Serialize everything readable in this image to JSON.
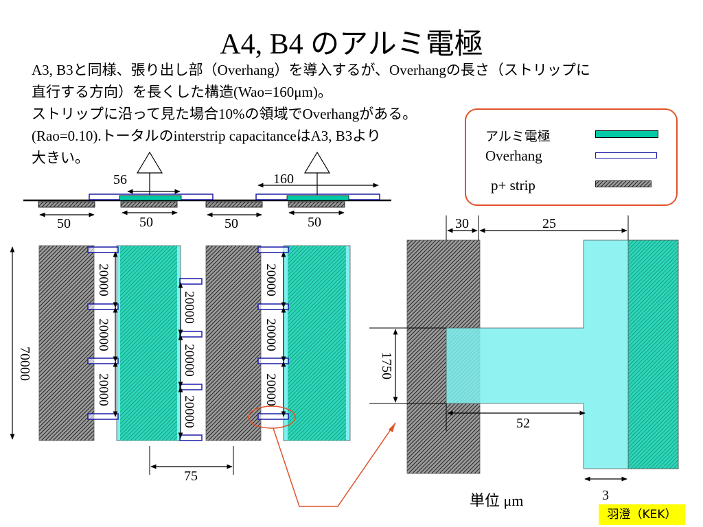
{
  "title": "A4, B4 のアルミ電極",
  "description_lines": [
    "A3, B3と同様、張り出し部（Overhang）を導入するが、Overhangの長さ（ストリップに",
    "直行する方向）を長くした構造(Wao=160μm)。",
    "ストリップに沿って見た場合10%の領域でOverhangがある。",
    "(Rao=0.10).トータルのinterstrip capacitanceはA3, B3より",
    "大きい。"
  ],
  "legend": {
    "aluminum_label": "アルミ電極",
    "overhang_label": "Overhang",
    "pstrip_label": "p+ strip"
  },
  "cross_section": {
    "overhang_a_label": "56",
    "overhang_b_label": "160",
    "pitch_labels": [
      "50",
      "50",
      "50",
      "50"
    ]
  },
  "plan_view": {
    "total_length_label": "70000",
    "seg_labels": [
      "20000",
      "20000",
      "20000",
      "20000",
      "20000",
      "20000",
      "20000",
      "20000",
      "20000"
    ],
    "gap_label": "75"
  },
  "detail": {
    "dim_30": "30",
    "dim_25": "25",
    "dim_1750": "1750",
    "dim_52": "52",
    "dim_3": "3"
  },
  "unit_label": "単位 μm",
  "author_badge": "羽澄（KEK）",
  "colors": {
    "aluminum": "#00c9a7",
    "overhang": "#1a1aa8",
    "pstrip_dark": "#3a3a3a",
    "detail_fill": "#7ef0f0",
    "callout": "#e0522a",
    "badge": "#ffff00"
  }
}
